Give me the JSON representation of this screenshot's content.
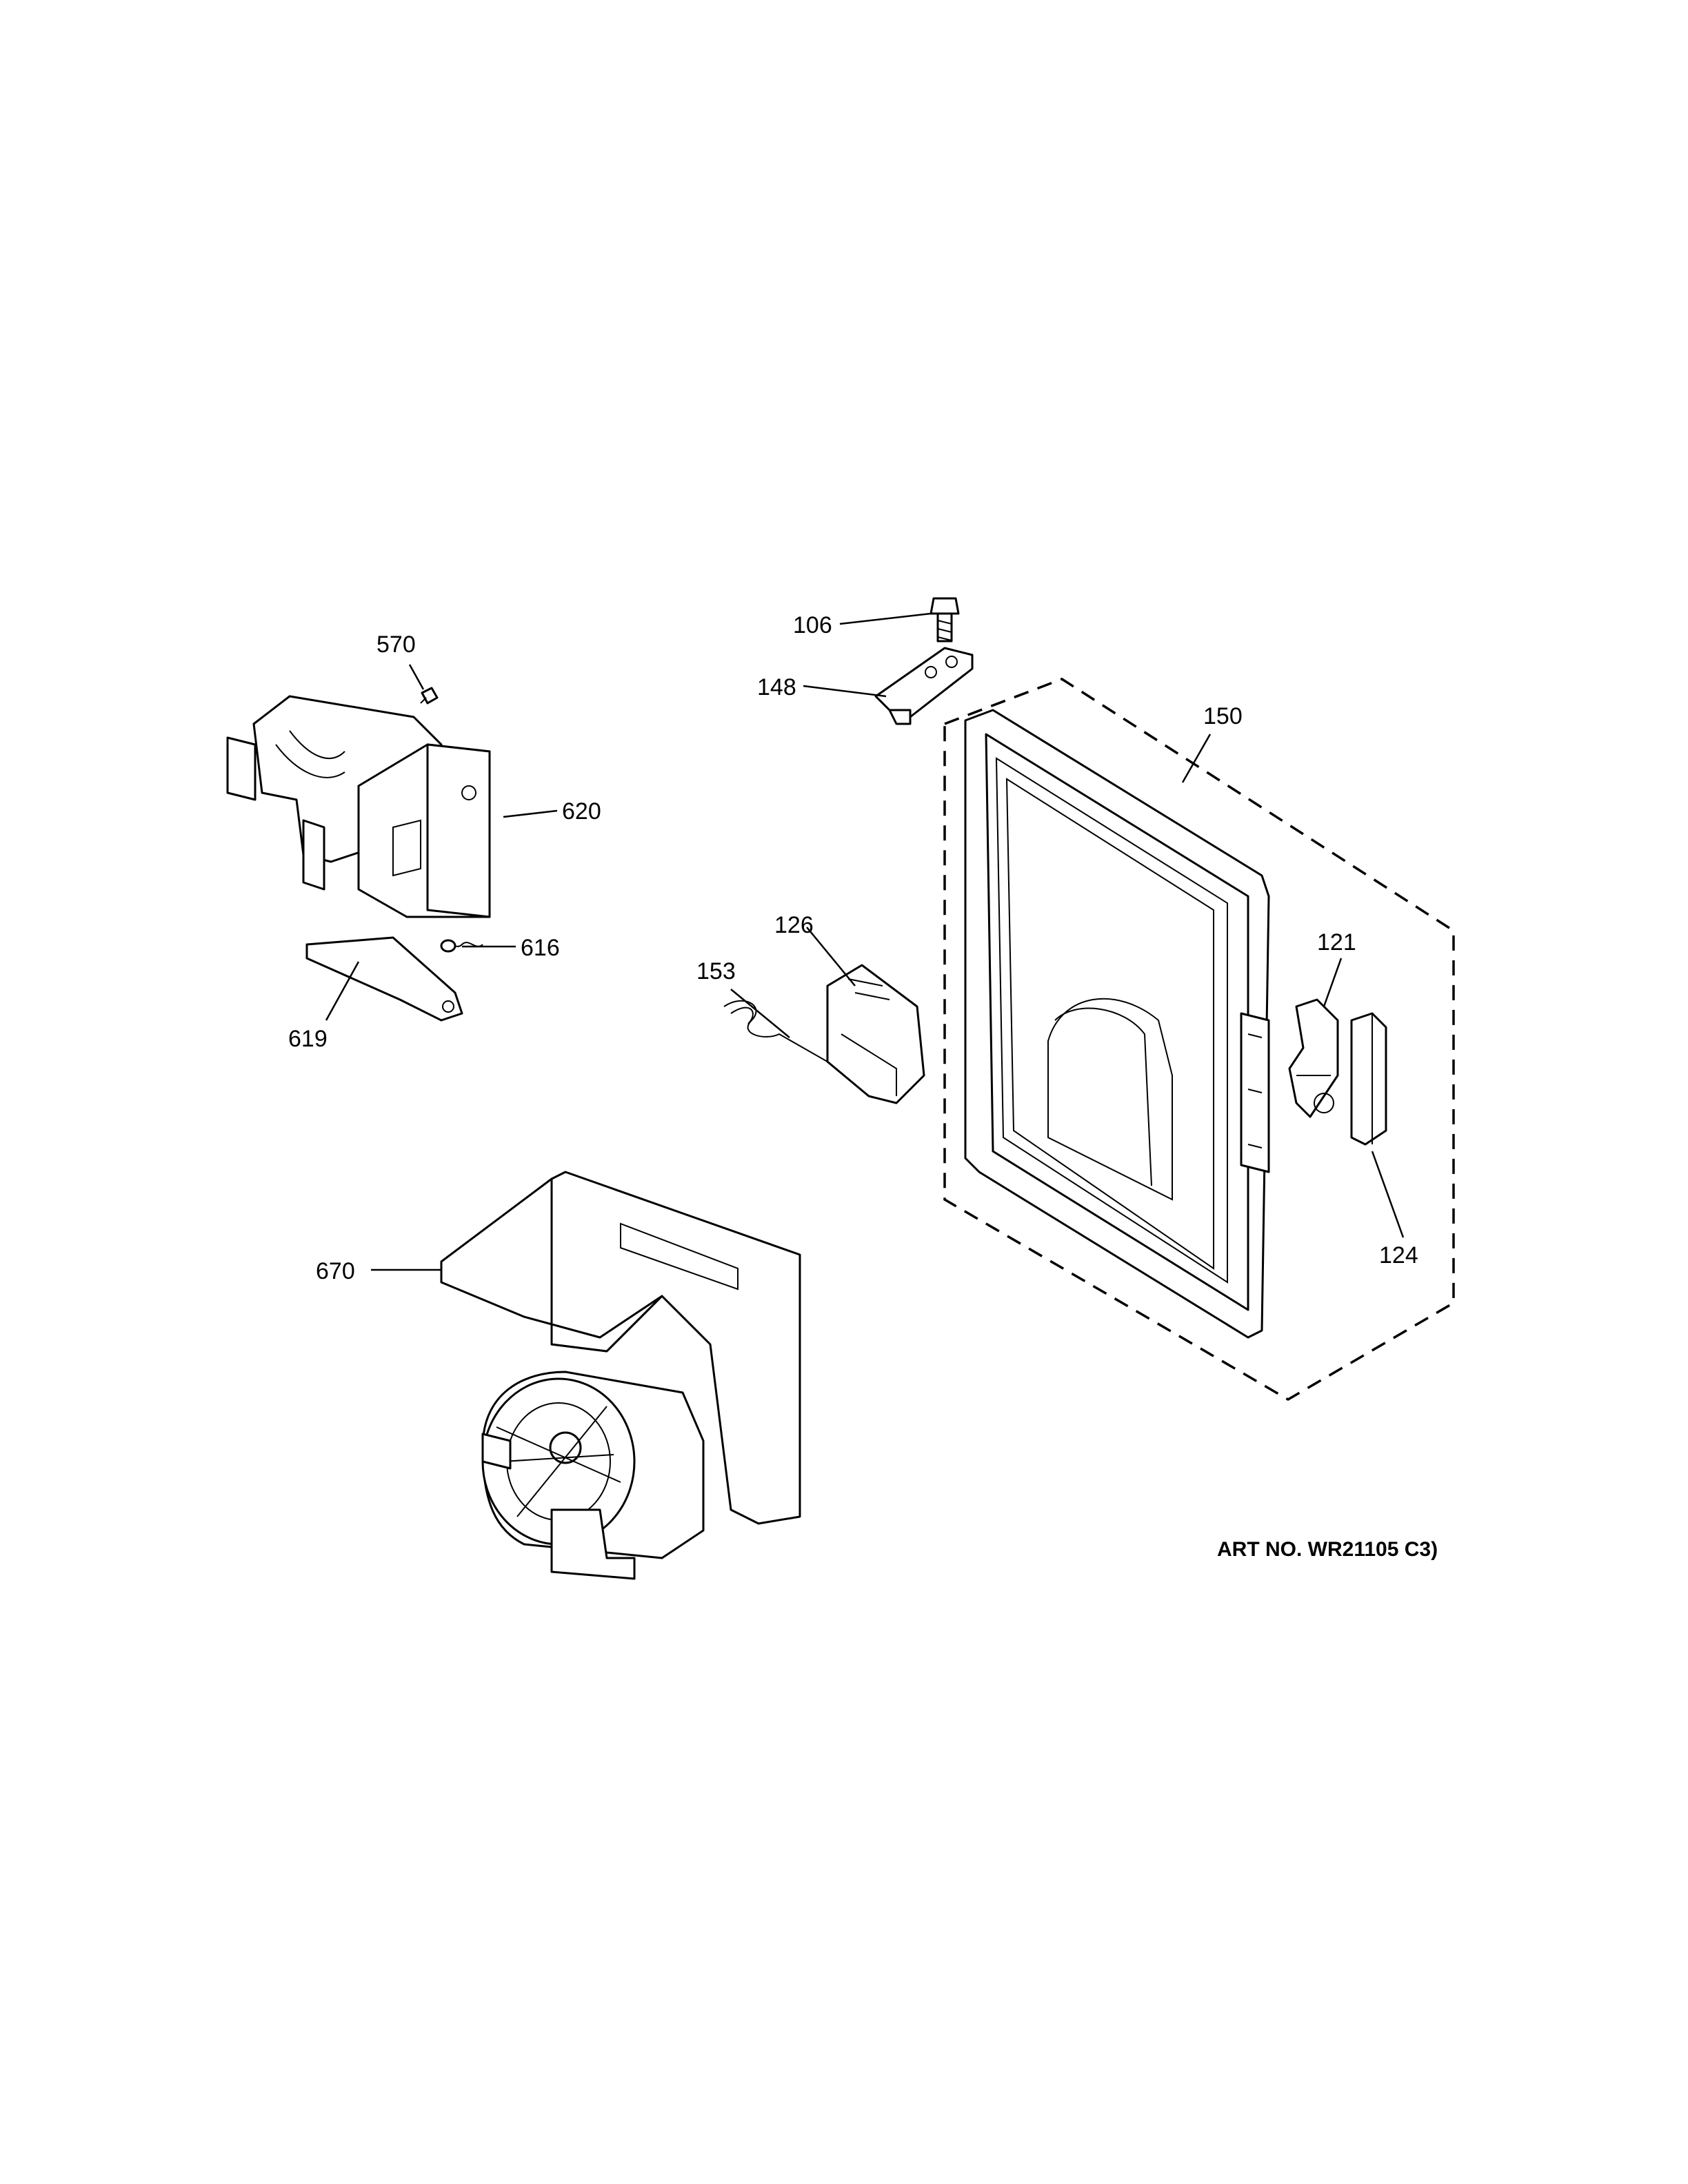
{
  "callouts": {
    "c106": "106",
    "c148": "148",
    "c150": "150",
    "c570": "570",
    "c620": "620",
    "c616": "616",
    "c619": "619",
    "c126": "126",
    "c153": "153",
    "c121": "121",
    "c124": "124",
    "c670": "670"
  },
  "art_number": "ART NO. WR21105 C3)"
}
